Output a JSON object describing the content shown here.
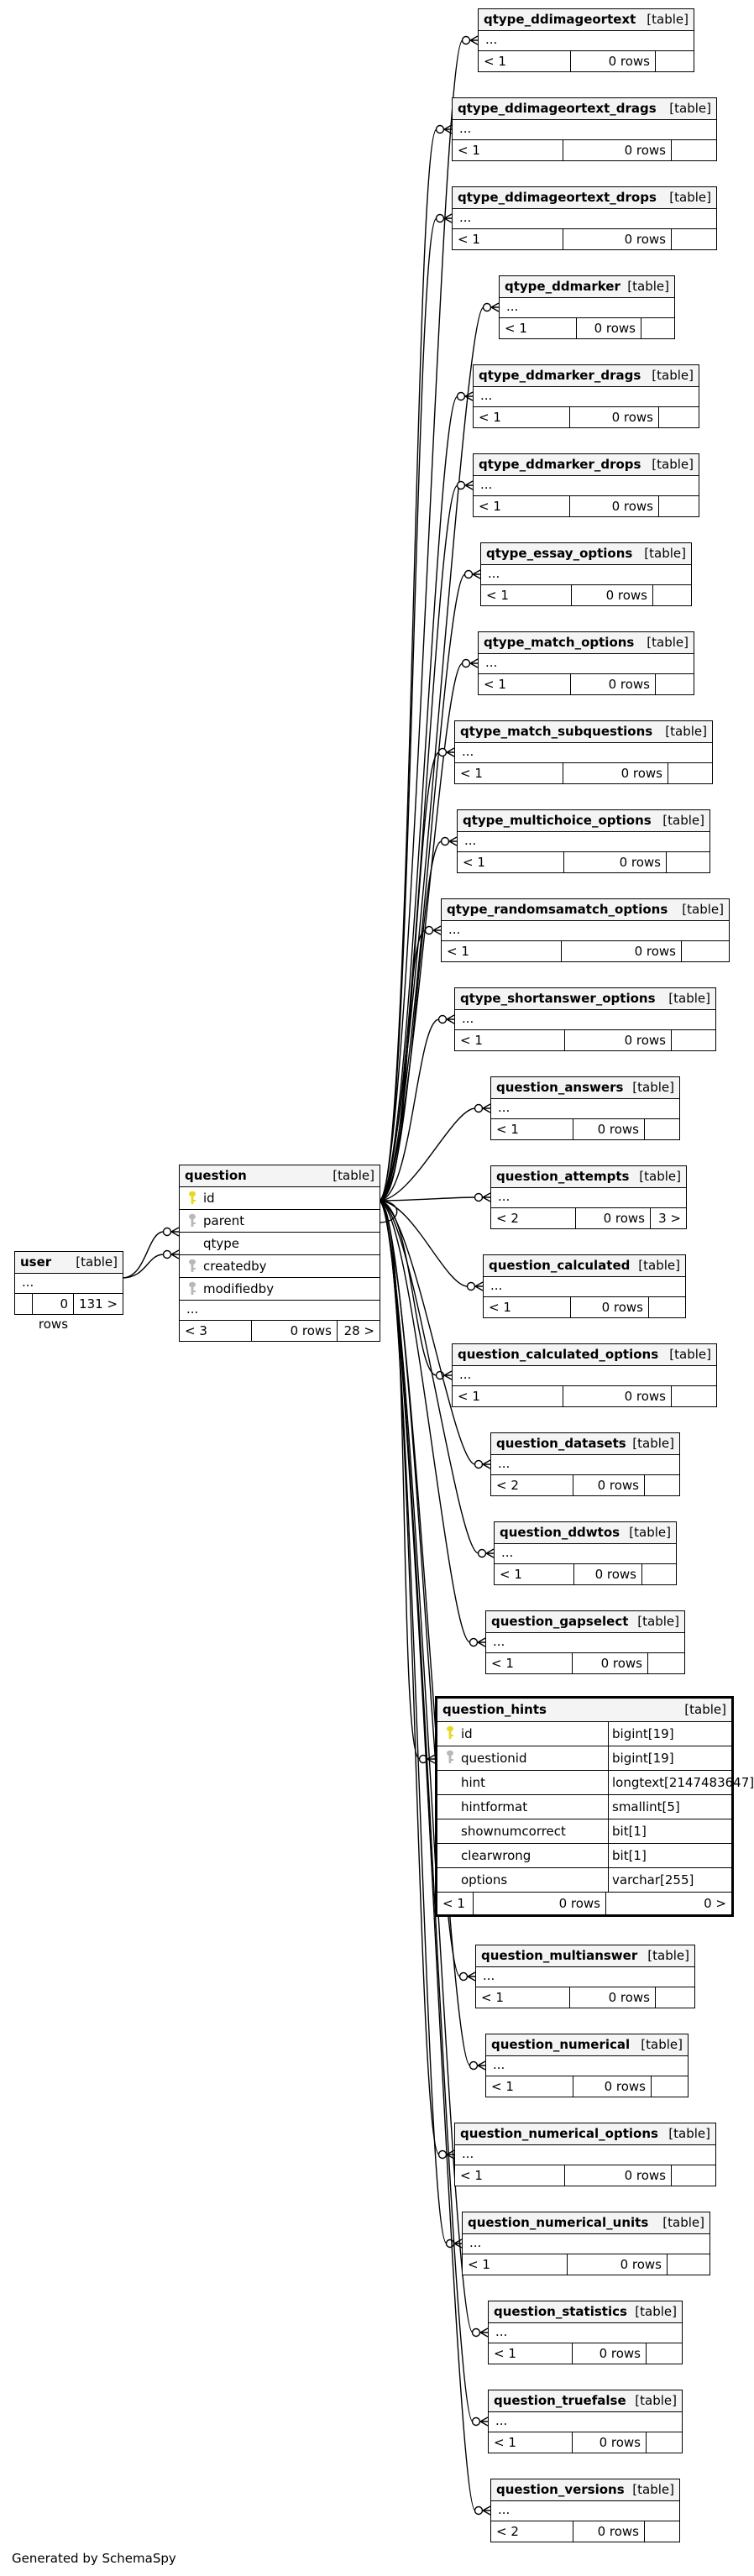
{
  "footer": "Generated by SchemaSpy",
  "type_label": "[table]",
  "ellipsis": "...",
  "colors": {
    "pk_key": "#e8d820",
    "fk_key": "#b8b8b8",
    "header_bg": "#f4f4f4"
  },
  "user": {
    "name": "user",
    "cells": [
      "",
      "0 rows",
      "131 >"
    ]
  },
  "question": {
    "name": "question",
    "columns": [
      {
        "name": "id",
        "key": "pk"
      },
      {
        "name": "parent",
        "key": "fk"
      },
      {
        "name": "qtype",
        "key": ""
      },
      {
        "name": "createdby",
        "key": "fk"
      },
      {
        "name": "modifiedby",
        "key": "fk"
      }
    ],
    "cells": [
      "< 3",
      "0 rows",
      "28 >"
    ]
  },
  "question_hints": {
    "name": "question_hints",
    "columns": [
      {
        "name": "id",
        "type": "bigint[19]",
        "key": "pk"
      },
      {
        "name": "questionid",
        "type": "bigint[19]",
        "key": "fk"
      },
      {
        "name": "hint",
        "type": "longtext[2147483647]",
        "key": ""
      },
      {
        "name": "hintformat",
        "type": "smallint[5]",
        "key": ""
      },
      {
        "name": "shownumcorrect",
        "type": "bit[1]",
        "key": ""
      },
      {
        "name": "clearwrong",
        "type": "bit[1]",
        "key": ""
      },
      {
        "name": "options",
        "type": "varchar[255]",
        "key": ""
      }
    ],
    "cells": [
      "< 1",
      "0 rows",
      "0 >"
    ]
  },
  "children": [
    {
      "name": "qtype_ddimageortext",
      "cells": [
        "< 1",
        "0 rows",
        ""
      ]
    },
    {
      "name": "qtype_ddimageortext_drags",
      "cells": [
        "< 1",
        "0 rows",
        ""
      ]
    },
    {
      "name": "qtype_ddimageortext_drops",
      "cells": [
        "< 1",
        "0 rows",
        ""
      ]
    },
    {
      "name": "qtype_ddmarker",
      "cells": [
        "< 1",
        "0 rows",
        ""
      ]
    },
    {
      "name": "qtype_ddmarker_drags",
      "cells": [
        "< 1",
        "0 rows",
        ""
      ]
    },
    {
      "name": "qtype_ddmarker_drops",
      "cells": [
        "< 1",
        "0 rows",
        ""
      ]
    },
    {
      "name": "qtype_essay_options",
      "cells": [
        "< 1",
        "0 rows",
        ""
      ]
    },
    {
      "name": "qtype_match_options",
      "cells": [
        "< 1",
        "0 rows",
        ""
      ]
    },
    {
      "name": "qtype_match_subquestions",
      "cells": [
        "< 1",
        "0 rows",
        ""
      ]
    },
    {
      "name": "qtype_multichoice_options",
      "cells": [
        "< 1",
        "0 rows",
        ""
      ]
    },
    {
      "name": "qtype_randomsamatch_options",
      "cells": [
        "< 1",
        "0 rows",
        ""
      ]
    },
    {
      "name": "qtype_shortanswer_options",
      "cells": [
        "< 1",
        "0 rows",
        ""
      ]
    },
    {
      "name": "question_answers",
      "cells": [
        "< 1",
        "0 rows",
        ""
      ]
    },
    {
      "name": "question_attempts",
      "cells": [
        "< 2",
        "0 rows",
        "3 >"
      ]
    },
    {
      "name": "question_calculated",
      "cells": [
        "< 1",
        "0 rows",
        ""
      ]
    },
    {
      "name": "question_calculated_options",
      "cells": [
        "< 1",
        "0 rows",
        ""
      ]
    },
    {
      "name": "question_datasets",
      "cells": [
        "< 2",
        "0 rows",
        ""
      ]
    },
    {
      "name": "question_ddwtos",
      "cells": [
        "< 1",
        "0 rows",
        ""
      ]
    },
    {
      "name": "question_gapselect",
      "cells": [
        "< 1",
        "0 rows",
        ""
      ]
    },
    {
      "name": "question_multianswer",
      "cells": [
        "< 1",
        "0 rows",
        ""
      ]
    },
    {
      "name": "question_numerical",
      "cells": [
        "< 1",
        "0 rows",
        ""
      ]
    },
    {
      "name": "question_numerical_options",
      "cells": [
        "< 1",
        "0 rows",
        ""
      ]
    },
    {
      "name": "question_numerical_units",
      "cells": [
        "< 1",
        "0 rows",
        ""
      ]
    },
    {
      "name": "question_statistics",
      "cells": [
        "< 1",
        "0 rows",
        ""
      ]
    },
    {
      "name": "question_truefalse",
      "cells": [
        "< 1",
        "0 rows",
        ""
      ]
    },
    {
      "name": "question_versions",
      "cells": [
        "< 2",
        "0 rows",
        ""
      ]
    }
  ]
}
